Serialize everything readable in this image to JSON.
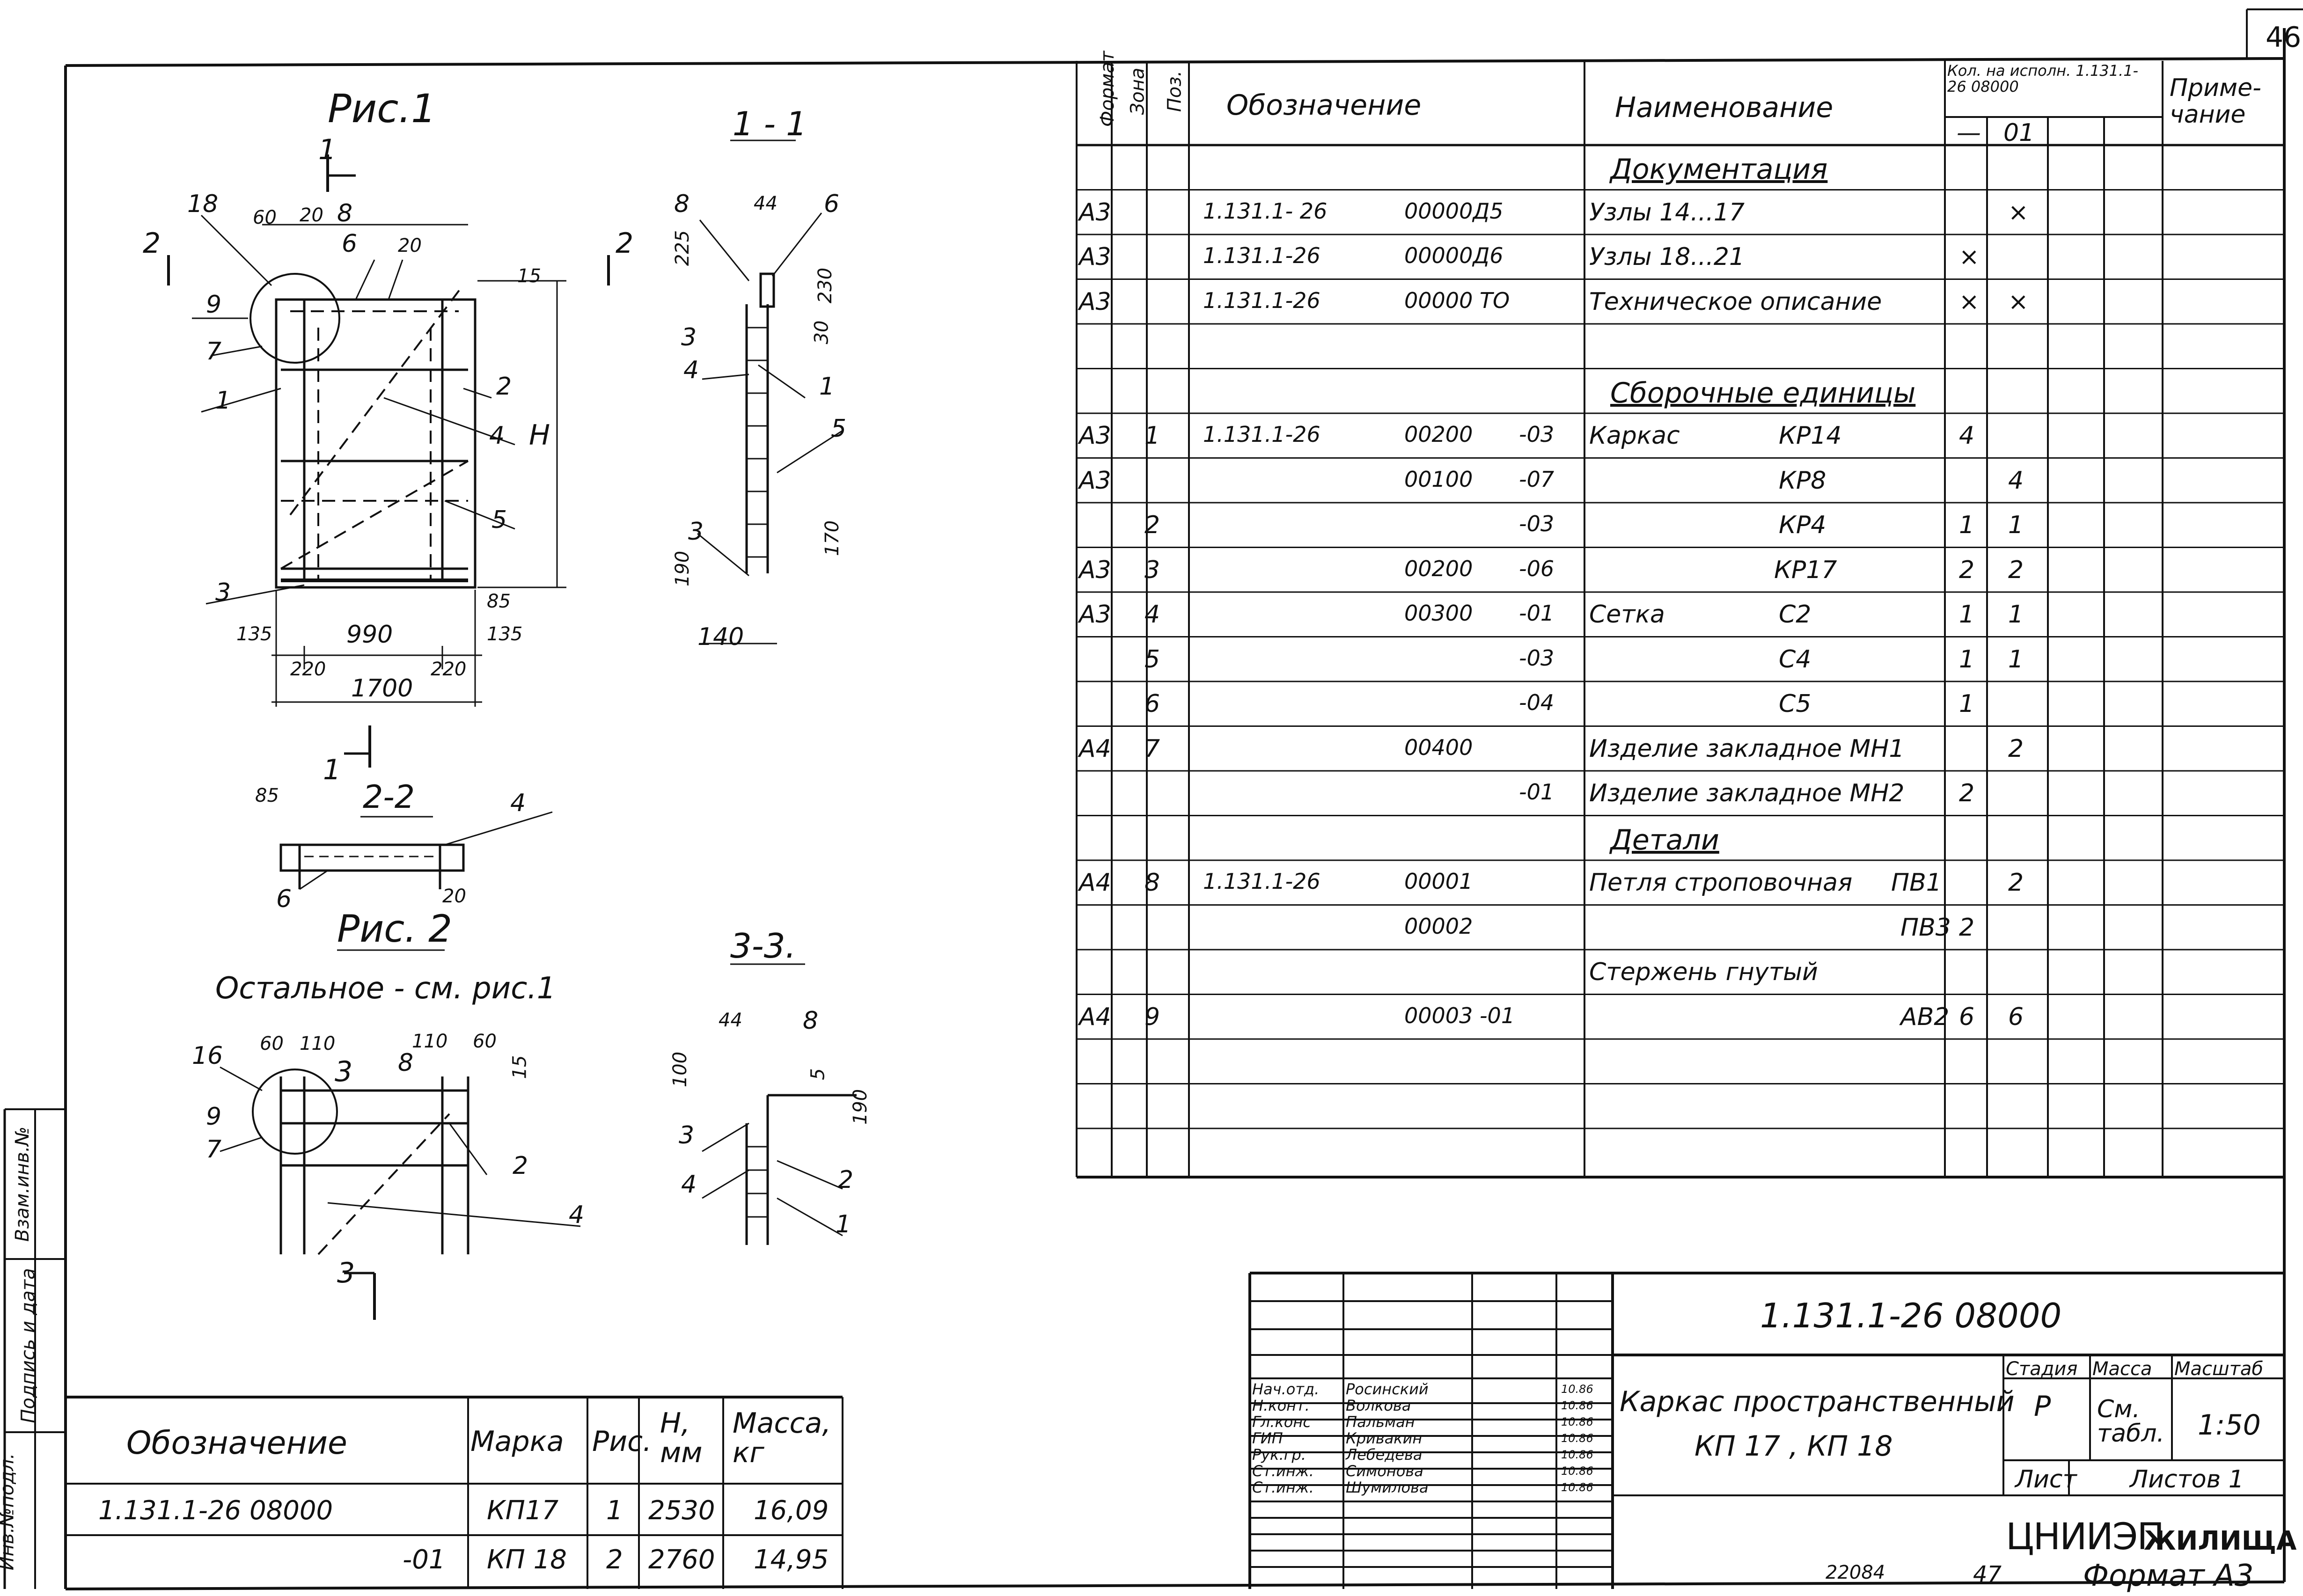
{
  "page_number": "46",
  "figures": {
    "fig1_title": "Рис.1",
    "fig2_title": "Рис. 2",
    "fig2_note": "Остальное - см. рис.1",
    "section_1": "1 - 1",
    "section_2": "2-2",
    "section_3": "3-3.",
    "cut_1": "1",
    "cut_2": "2",
    "cut_3": "3",
    "dims": {
      "d18": "18",
      "d60": "60",
      "d20": "20",
      "d8": "8",
      "d6": "6",
      "d9": "9",
      "d7": "7",
      "d1": "1",
      "d2": "2",
      "d4": "4",
      "d5": "5",
      "d3": "3",
      "dH": "H",
      "d15": "15",
      "d135a": "135",
      "d990": "990",
      "d135b": "135",
      "d85": "85",
      "d220a": "220",
      "d1700": "1700",
      "d220b": "220",
      "d44": "44",
      "d225": "225",
      "d230": "230",
      "d30": "30",
      "d170": "170",
      "d190": "190",
      "d140": "140",
      "d85b": "85",
      "d20b": "20",
      "d16": "16",
      "d110a": "110",
      "d110b": "110",
      "d60b": "60",
      "d100": "100",
      "d190b": "190"
    }
  },
  "spec_table": {
    "headers": {
      "format": "Формат",
      "zone": "Зона",
      "pos": "Поз.",
      "designation": "Обозначение",
      "name": "Наименование",
      "qty": "Кол. на исполн. 1.131.1-26 08000",
      "qty_dash": "—",
      "qty_01": "01",
      "note": "Приме- чание"
    },
    "rows": [
      {
        "format": "",
        "pos": "",
        "code": "",
        "num": "",
        "suffix": "",
        "name": "Документация",
        "mark": "",
        "q1": "",
        "q2": "",
        "section": true
      },
      {
        "format": "А3",
        "pos": "",
        "code": "1.131.1- 26",
        "num": "00000Д5",
        "suffix": "",
        "name": "Узлы 14...17",
        "mark": "",
        "q1": "",
        "q2": "×"
      },
      {
        "format": "А3",
        "pos": "",
        "code": "1.131.1-26",
        "num": "00000Д6",
        "suffix": "",
        "name": "Узлы 18...21",
        "mark": "",
        "q1": "×",
        "q2": ""
      },
      {
        "format": "А3",
        "pos": "",
        "code": "1.131.1-26",
        "num": "00000 ТО",
        "suffix": "",
        "name": "Техническое описание",
        "mark": "",
        "q1": "×",
        "q2": "×"
      },
      {
        "format": "",
        "pos": "",
        "code": "",
        "num": "",
        "suffix": "",
        "name": "",
        "mark": "",
        "q1": "",
        "q2": ""
      },
      {
        "format": "",
        "pos": "",
        "code": "",
        "num": "",
        "suffix": "",
        "name": "Сборочные единицы",
        "mark": "",
        "q1": "",
        "q2": "",
        "section": true
      },
      {
        "format": "А3",
        "pos": "1",
        "code": "1.131.1-26",
        "num": "00200",
        "suffix": "-03",
        "name": "Каркас",
        "mark": "КР14",
        "q1": "4",
        "q2": ""
      },
      {
        "format": "А3",
        "pos": "",
        "code": "",
        "num": "00100",
        "suffix": "-07",
        "name": "",
        "mark": "КР8",
        "q1": "",
        "q2": "4"
      },
      {
        "format": "",
        "pos": "2",
        "code": "",
        "num": "",
        "suffix": "-03",
        "name": "",
        "mark": "КР4",
        "q1": "1",
        "q2": "1"
      },
      {
        "format": "А3",
        "pos": "3",
        "code": "",
        "num": "00200",
        "suffix": "-06",
        "name": "",
        "mark": "КР17",
        "q1": "2",
        "q2": "2"
      },
      {
        "format": "А3",
        "pos": "4",
        "code": "",
        "num": "00300",
        "suffix": "-01",
        "name": "Сетка",
        "mark": "С2",
        "q1": "1",
        "q2": "1"
      },
      {
        "format": "",
        "pos": "5",
        "code": "",
        "num": "",
        "suffix": "-03",
        "name": "",
        "mark": "С4",
        "q1": "1",
        "q2": "1"
      },
      {
        "format": "",
        "pos": "6",
        "code": "",
        "num": "",
        "suffix": "-04",
        "name": "",
        "mark": "С5",
        "q1": "1",
        "q2": ""
      },
      {
        "format": "А4",
        "pos": "7",
        "code": "",
        "num": "00400",
        "suffix": "",
        "name": "Изделие закладное МН1",
        "mark": "",
        "q1": "",
        "q2": "2"
      },
      {
        "format": "",
        "pos": "",
        "code": "",
        "num": "",
        "suffix": "-01",
        "name": "Изделие закладное МН2",
        "mark": "",
        "q1": "2",
        "q2": ""
      },
      {
        "format": "",
        "pos": "",
        "code": "",
        "num": "",
        "suffix": "",
        "name": "Детали",
        "mark": "",
        "q1": "",
        "q2": "",
        "section": true
      },
      {
        "format": "А4",
        "pos": "8",
        "code": "1.131.1-26",
        "num": "00001",
        "suffix": "",
        "name": "Петля строповочная",
        "mark": "ПВ1",
        "q1": "",
        "q2": "2"
      },
      {
        "format": "",
        "pos": "",
        "code": "",
        "num": "00002",
        "suffix": "",
        "name": "",
        "mark": "ПВ3",
        "q1": "2",
        "q2": ""
      },
      {
        "format": "",
        "pos": "",
        "code": "",
        "num": "",
        "suffix": "",
        "name": "Стержень гнутый",
        "mark": "",
        "q1": "",
        "q2": ""
      },
      {
        "format": "А4",
        "pos": "9",
        "code": "",
        "num": "00003 -01",
        "suffix": "",
        "name": "",
        "mark": "АВ2",
        "q1": "6",
        "q2": "6"
      },
      {
        "format": "",
        "pos": "",
        "code": "",
        "num": "",
        "suffix": "",
        "name": "",
        "mark": "",
        "q1": "",
        "q2": ""
      },
      {
        "format": "",
        "pos": "",
        "code": "",
        "num": "",
        "suffix": "",
        "name": "",
        "mark": "",
        "q1": "",
        "q2": ""
      }
    ]
  },
  "variants_table": {
    "headers": {
      "designation": "Обозначение",
      "mark": "Марка",
      "fig": "Рис.",
      "h": "Н, мм",
      "mass": "Масса, кг"
    },
    "rows": [
      {
        "designation": "1.131.1-26 08000",
        "mark": "КП17",
        "fig": "1",
        "h": "2530",
        "mass": "16,09"
      },
      {
        "designation": "-01",
        "mark": "КП 18",
        "fig": "2",
        "h": "2760",
        "mass": "14,95"
      }
    ]
  },
  "side_stamp": {
    "inv_podl": "Инв.№подл.",
    "sign_date": "Подпись и дата",
    "vzam": "Взам.инв.№"
  },
  "title_block": {
    "doc_code": "1.131.1-26 08000",
    "title_line1": "Каркас пространственный",
    "title_line2": "КП 17 , КП 18",
    "stage_label": "Стадия",
    "mass_label": "Масса",
    "scale_label": "Масштаб",
    "stage": "Р",
    "mass": "См. табл.",
    "scale": "1:50",
    "sheet_label": "Лист",
    "sheets_label": "Листов 1",
    "org_logo": "ЦНИИЭП",
    "org_word": "жилища",
    "people": [
      {
        "role": "Нач.отд.",
        "name": "Росинский",
        "date": "10.86"
      },
      {
        "role": "Н.конт.",
        "name": "Волкова",
        "date": "10.86"
      },
      {
        "role": "Гл.конс",
        "name": "Пальман",
        "date": "10.86"
      },
      {
        "role": "ГИП",
        "name": "Кривакин",
        "date": "10.86"
      },
      {
        "role": "Рук.гр.",
        "name": "Лебедева",
        "date": "10.86"
      },
      {
        "role": "Ст.инж.",
        "name": "Симонова",
        "date": "10.86"
      },
      {
        "role": "Ст.инж.",
        "name": "Шумилова",
        "date": "10.86"
      }
    ]
  },
  "footer": {
    "num": "22084",
    "page": "47",
    "format": "Формат А3"
  }
}
